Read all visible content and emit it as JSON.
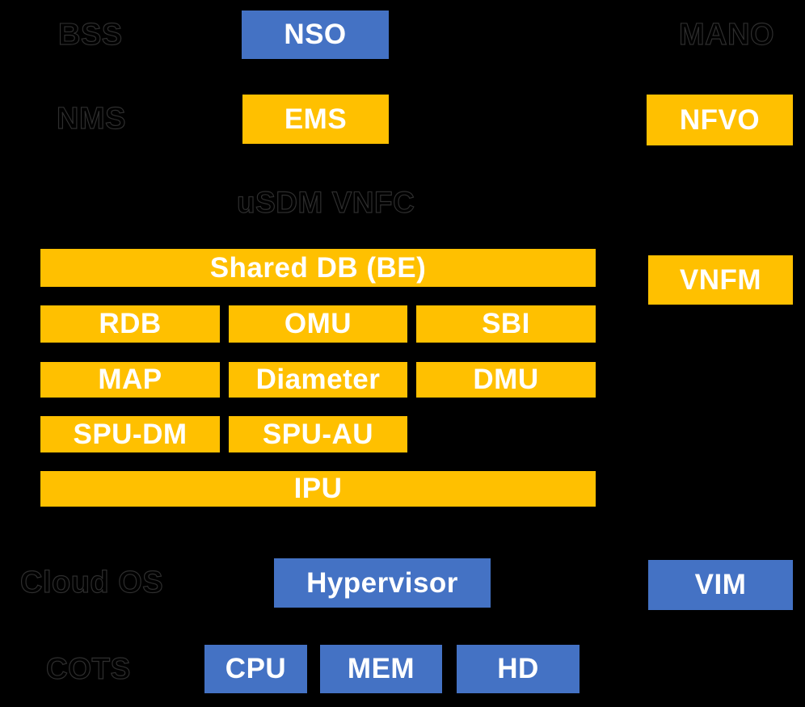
{
  "colors": {
    "background": "#000000",
    "box_blue": "#4472C4",
    "box_yellow": "#FFC000",
    "box_text": "#FFFFFF",
    "ghost_label": "#000000",
    "ghost_label_outline": "#2E2E2E"
  },
  "labels": {
    "bss": "BSS",
    "nms": "NMS",
    "mano": "MANO",
    "usdm_vnfc": "uSDM VNFC",
    "cloud_os": "Cloud OS",
    "cots": "COTS"
  },
  "boxes": {
    "nso": "NSO",
    "ems": "EMS",
    "nfvo": "NFVO",
    "vnfm": "VNFM",
    "shared_db": "Shared DB (BE)",
    "rdb": "RDB",
    "omu": "OMU",
    "sbi": "SBI",
    "map": "MAP",
    "diameter": "Diameter",
    "dmu": "DMU",
    "spu_dm": "SPU-DM",
    "spu_au": "SPU-AU",
    "ipu": "IPU",
    "hypervisor": "Hypervisor",
    "vim": "VIM",
    "cpu": "CPU",
    "mem": "MEM",
    "hd": "HD"
  }
}
